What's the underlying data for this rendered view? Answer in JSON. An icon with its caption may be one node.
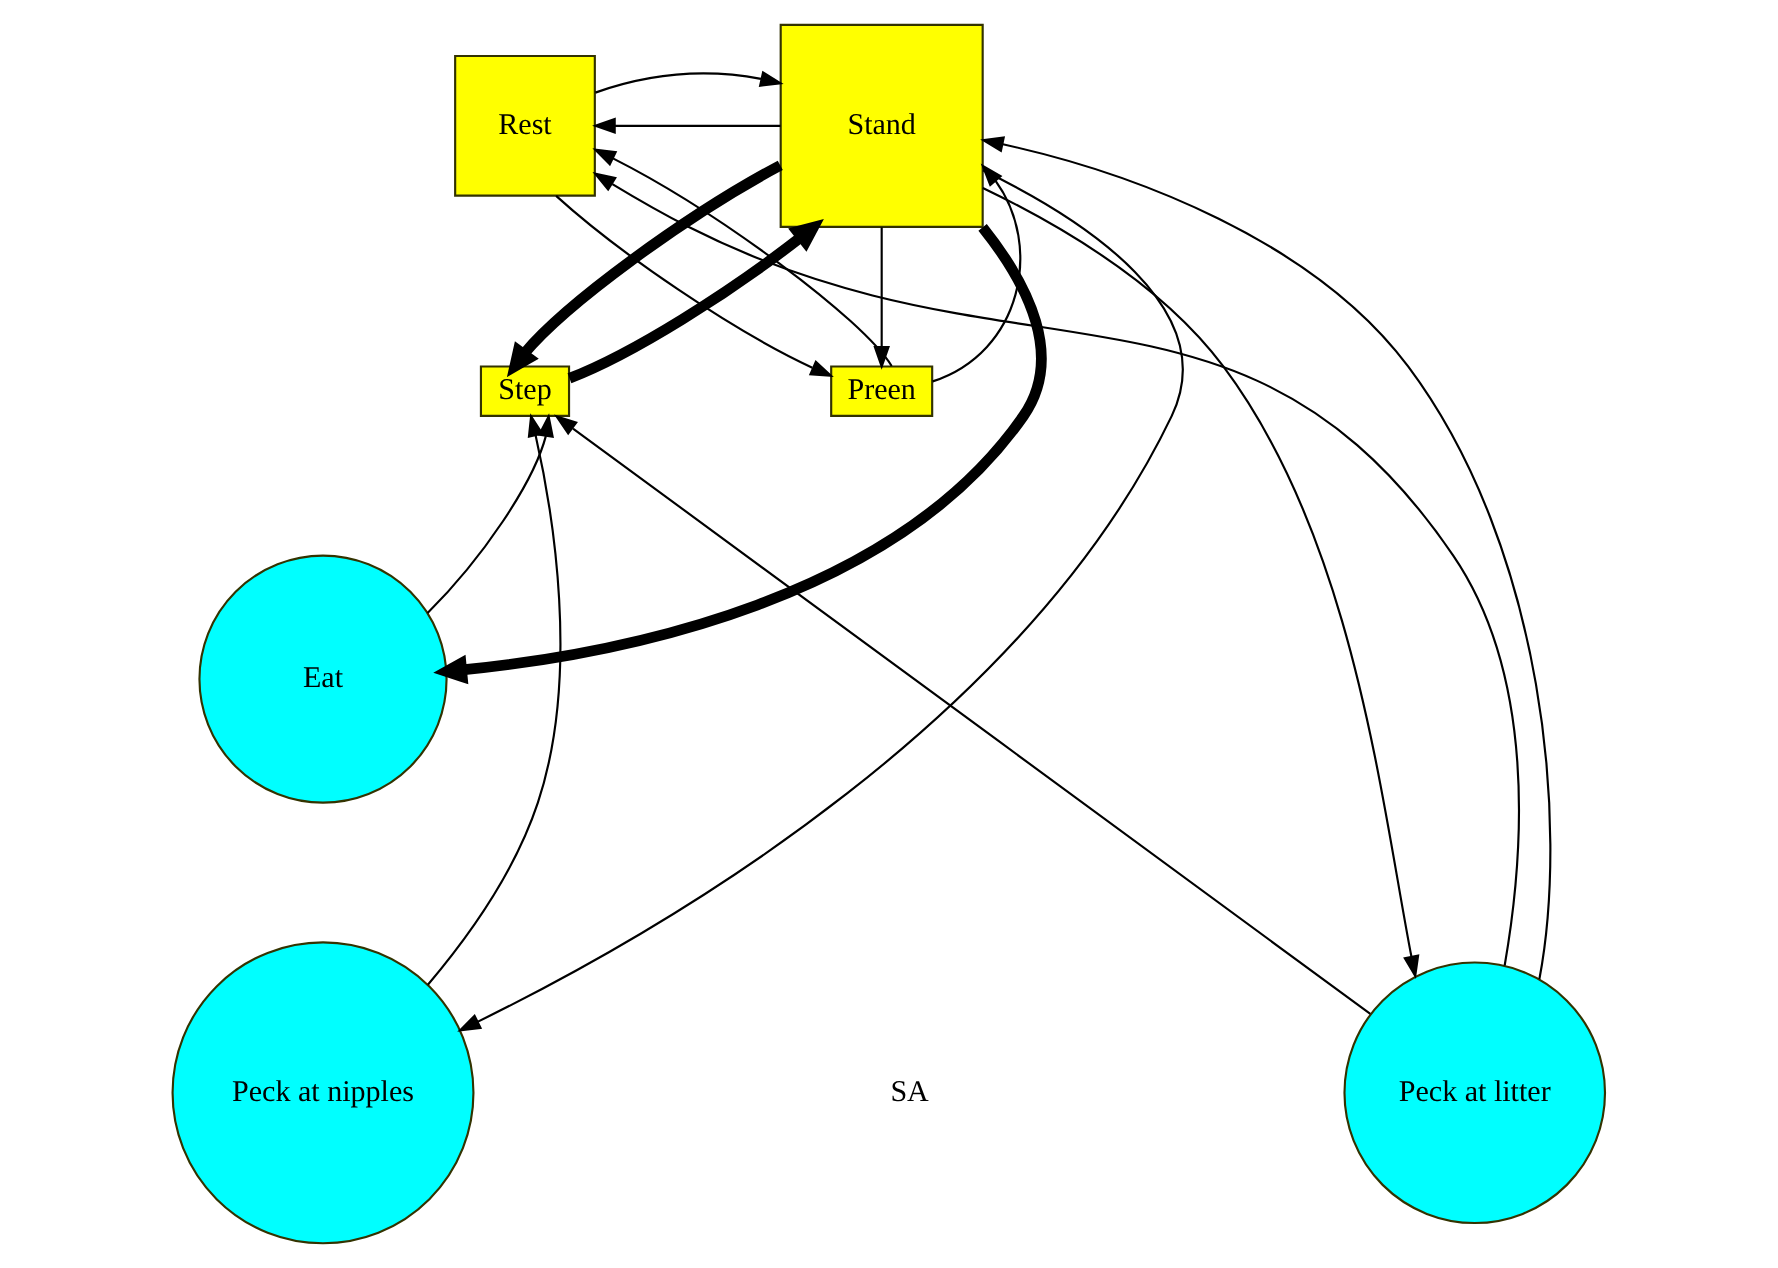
{
  "diagram": {
    "nodes": [
      {
        "text": [
          "Rest"
        ]
      },
      {
        "text": [
          "Stand"
        ]
      },
      {
        "text": [
          "Step"
        ]
      },
      {
        "text": [
          "Preen"
        ]
      },
      {
        "text": [
          "Eat"
        ]
      },
      {
        "text": [
          "Peck at nipples"
        ]
      },
      {
        "text": [
          "Peck at litter"
        ]
      }
    ],
    "edges": [
      {
        "from": 1,
        "to": 0,
        "arrow": "to"
      },
      {
        "from": 0,
        "to": 1,
        "arrow": "to"
      },
      {
        "from": 2,
        "to": 1,
        "arrow": "to",
        "style": "thick"
      },
      {
        "from": 1,
        "to": 2,
        "arrow": "to",
        "style": "thick"
      },
      {
        "from": 1,
        "to": 4,
        "arrow": "to",
        "style": "thick"
      },
      {
        "from": 1,
        "to": 5,
        "arrow": "to"
      },
      {
        "from": 1,
        "to": 6,
        "arrow": "to"
      },
      {
        "from": 1,
        "to": 3,
        "arrow": "to"
      },
      {
        "from": 3,
        "to": 1,
        "arrow": "to"
      },
      {
        "from": 0,
        "to": 3,
        "arrow": "to"
      },
      {
        "from": 3,
        "to": 0,
        "arrow": "to"
      },
      {
        "from": 6,
        "to": 1,
        "arrow": "to"
      },
      {
        "from": 6,
        "to": 0,
        "arrow": "to"
      },
      {
        "from": 6,
        "to": 2,
        "arrow": "to"
      },
      {
        "from": 4,
        "to": 2,
        "arrow": "to"
      },
      {
        "from": 5,
        "to": 2,
        "arrow": "to"
      }
    ],
    "labels": [
      "SA"
    ]
  }
}
